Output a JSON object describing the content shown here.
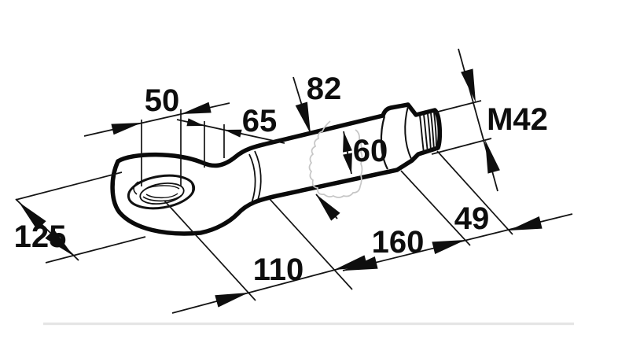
{
  "drawing": {
    "kind": "engineering dimension drawing of a drawbar towing eye bolt",
    "colors": {
      "ink": "#111111",
      "outline": "#0a0a0a",
      "break_line": "#c6c6c6",
      "scan_artifact": "#dcdcdc",
      "background": "#ffffff"
    },
    "dims": {
      "d50": {
        "label": "50"
      },
      "d65": {
        "label": "65"
      },
      "d82": {
        "label": "82"
      },
      "m42": {
        "label": "M42"
      },
      "d60": {
        "label": "60"
      },
      "d49": {
        "label": "49"
      },
      "d160": {
        "label": "160"
      },
      "d110": {
        "label": "110"
      },
      "d125": {
        "label": "125"
      }
    }
  }
}
